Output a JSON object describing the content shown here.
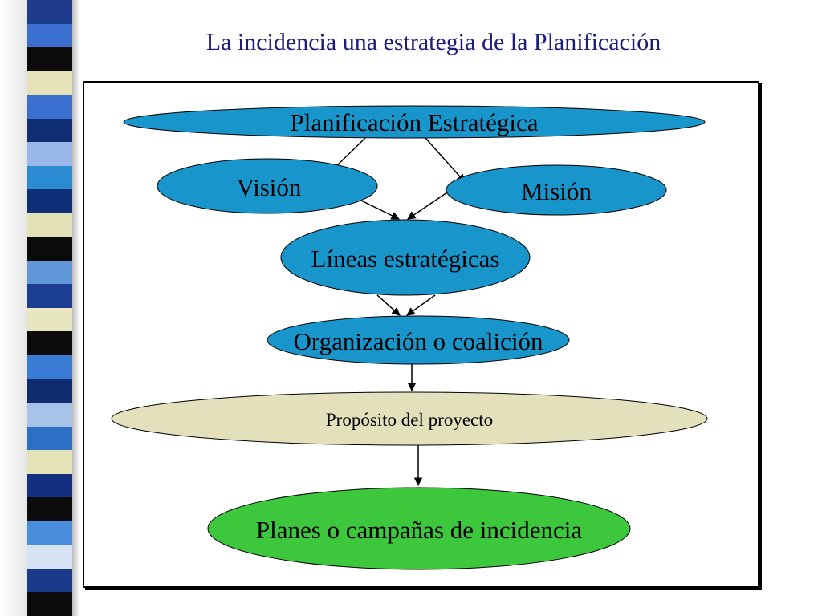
{
  "slide": {
    "title": "La incidencia una estrategia de la Planificación"
  },
  "colors": {
    "stripes": [
      "#1f3c8c",
      "#3a6fd0",
      "#0b0b0b",
      "#e6e3b8",
      "#3a6fd0",
      "#0f2e73",
      "#9ab9ea",
      "#2b8bd0",
      "#0d2f77",
      "#e2e1b5",
      "#0b0b0b",
      "#5f97d8",
      "#1b3d92",
      "#e7e6be",
      "#0b0b0b",
      "#3a7bd6",
      "#0f2c6f",
      "#a8c3ea",
      "#2d6fc4",
      "#e5e3b8",
      "#122f80",
      "#0b0b0b",
      "#4a8ddc",
      "#d7e3f5",
      "#1a3b8b",
      "#0b0b0b"
    ],
    "blue_node": "#1896cc",
    "beige_node": "#e3e1bb",
    "green_node": "#3cc73c",
    "title_text": "#1c1c7a"
  },
  "diagram": {
    "nodes": {
      "planificacion": {
        "label": "Planificación Estratégica"
      },
      "vision": {
        "label": "Visión"
      },
      "mision": {
        "label": "Misión"
      },
      "lineas": {
        "label": "Líneas estratégicas"
      },
      "organizacion": {
        "label": "Organización o coalición"
      },
      "proposito": {
        "label": "Propósito del proyecto"
      },
      "planes": {
        "label": "Planes o campañas de incidencia"
      }
    }
  }
}
